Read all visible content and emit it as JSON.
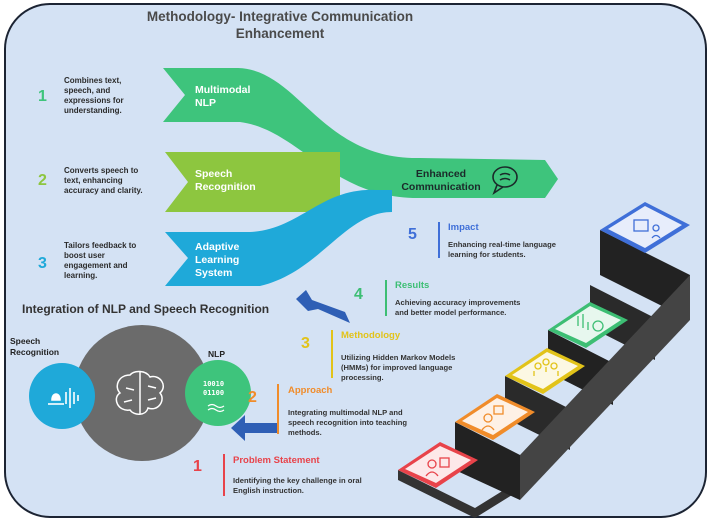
{
  "title_line1": "Methodology- Integrative Communication",
  "title_line2": "Enhancement",
  "streams": [
    {
      "number": "1",
      "description": [
        "Combines text,",
        "speech, and",
        "expressions for",
        "understanding."
      ],
      "label": [
        "Multimodal",
        "NLP"
      ],
      "color": "#3ec47c"
    },
    {
      "number": "2",
      "description": [
        "Converts speech to",
        "text, enhancing",
        "accuracy and clarity."
      ],
      "label": [
        "Speech",
        "Recognition"
      ],
      "color": "#8dc63f"
    },
    {
      "number": "3",
      "description": [
        "Tailors feedback to",
        "boost user",
        "engagement and",
        "learning."
      ],
      "label": [
        "Adaptive",
        "Learning",
        "System"
      ],
      "color": "#1fa9d9"
    }
  ],
  "output_label": [
    "Enhanced",
    "Communication"
  ],
  "integration": {
    "title": "Integration of NLP and Speech Recognition",
    "speech_label": [
      "Speech",
      "Recognition"
    ],
    "nlp_label": "NLP",
    "binary": [
      "10010",
      "01100"
    ]
  },
  "steps": [
    {
      "number": "1",
      "title": "Problem Statement",
      "description": [
        "Identifying the key challenge in oral",
        "English instruction."
      ],
      "color": "#e8434a"
    },
    {
      "number": "2",
      "title": "Approach",
      "description": [
        "Integrating multimodal NLP and",
        "speech recognition into teaching",
        "methods."
      ],
      "color": "#f08c2a"
    },
    {
      "number": "3",
      "title": "Methodology",
      "description": [
        "Utilizing Hidden Markov Models",
        "(HMMs) for improved language",
        "processing."
      ],
      "color": "#e2c319"
    },
    {
      "number": "4",
      "title": "Results",
      "description": [
        "Achieving accuracy improvements",
        "and better model performance."
      ],
      "color": "#3dbe74"
    },
    {
      "number": "5",
      "title": "Impact",
      "description": [
        "Enhancing real-time language",
        "learning for students."
      ],
      "color": "#3f6fd8"
    }
  ],
  "icons": [
    "speech-bubble-icon",
    "brain-icon",
    "audio-wave-icon",
    "student-icon",
    "teacher-icon",
    "group-icon",
    "chart-icon",
    "learning-icon"
  ]
}
